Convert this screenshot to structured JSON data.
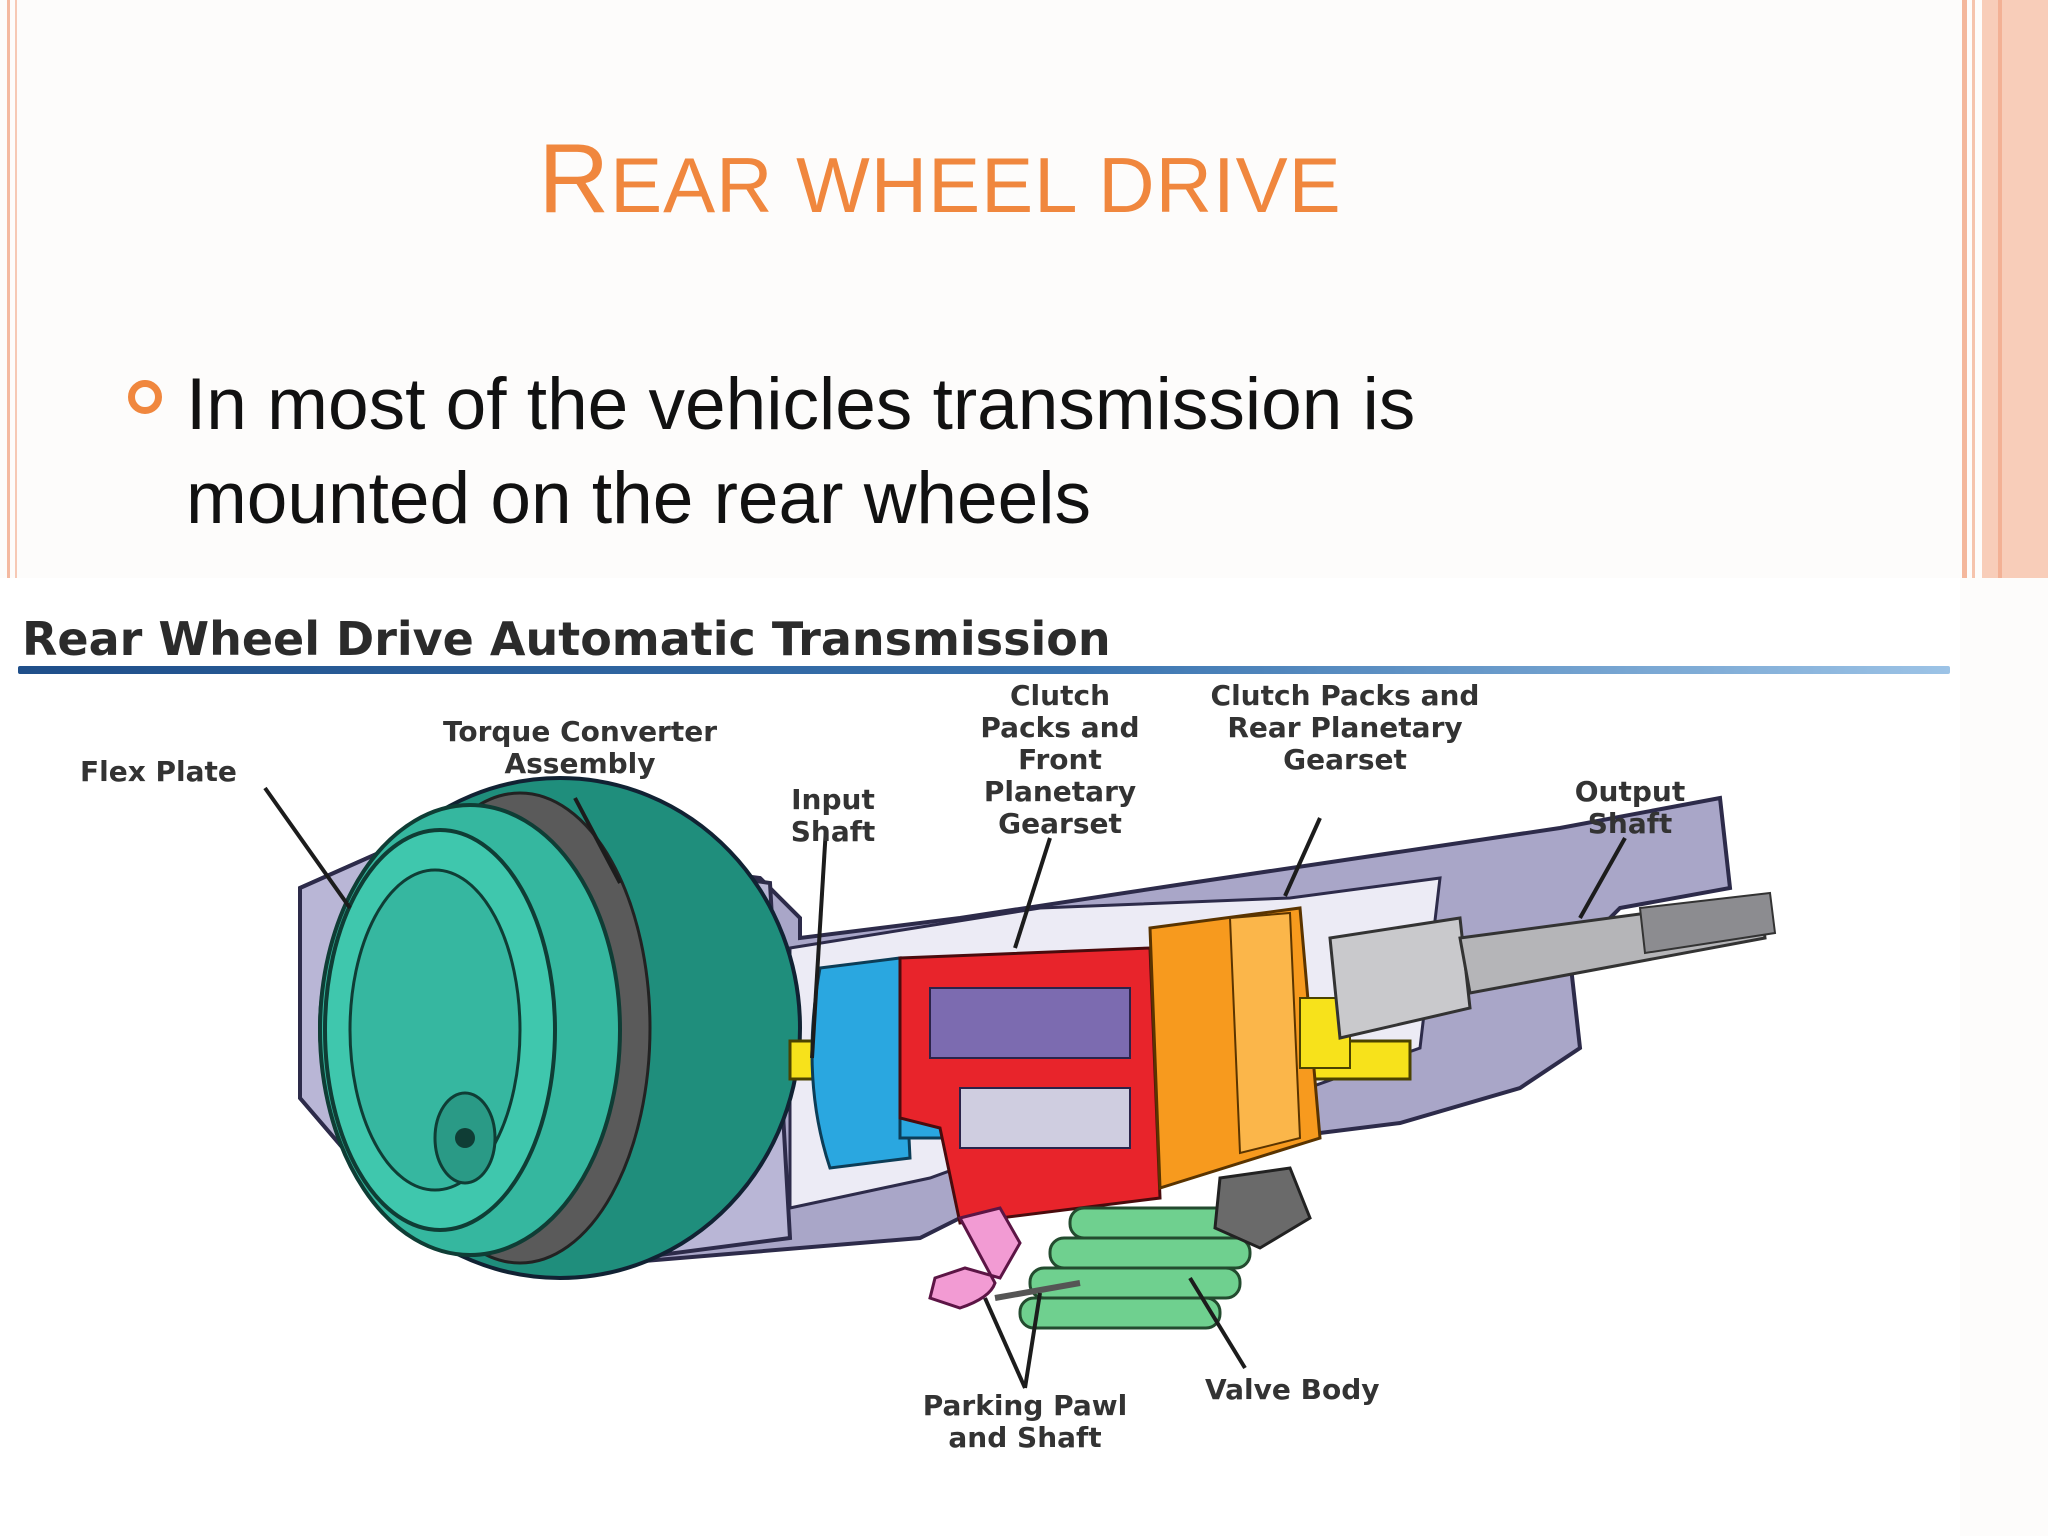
{
  "slide": {
    "title_first": "R",
    "title_rest": "EAR WHEEL DRIVE",
    "bullet_text": "In most of the vehicles transmission is mounted on the rear wheels"
  },
  "figure": {
    "heading": "Rear Wheel Drive Automatic Transmission",
    "labels": {
      "flex_plate": "Flex Plate",
      "torque_converter": "Torque Converter Assembly",
      "input_shaft": "Input Shaft",
      "front_clutch": "Clutch Packs and Front Planetary Gearset",
      "rear_clutch": "Clutch Packs and Rear Planetary Gearset",
      "output_shaft": "Output Shaft",
      "parking_pawl": "Parking Pawl and Shaft",
      "valve_body": "Valve Body"
    }
  },
  "colors": {
    "accent": "#f0873e",
    "rule": "#2f6aa8",
    "case": "#a9a6c8",
    "converter": "#35b79f",
    "shaft": "#f7e21b",
    "red_pack": "#e8242b",
    "orange_pack": "#f79a1e",
    "blue_drum": "#2aa7e0",
    "valve_green": "#6fd08f",
    "pawl_pink": "#f29bd3"
  }
}
